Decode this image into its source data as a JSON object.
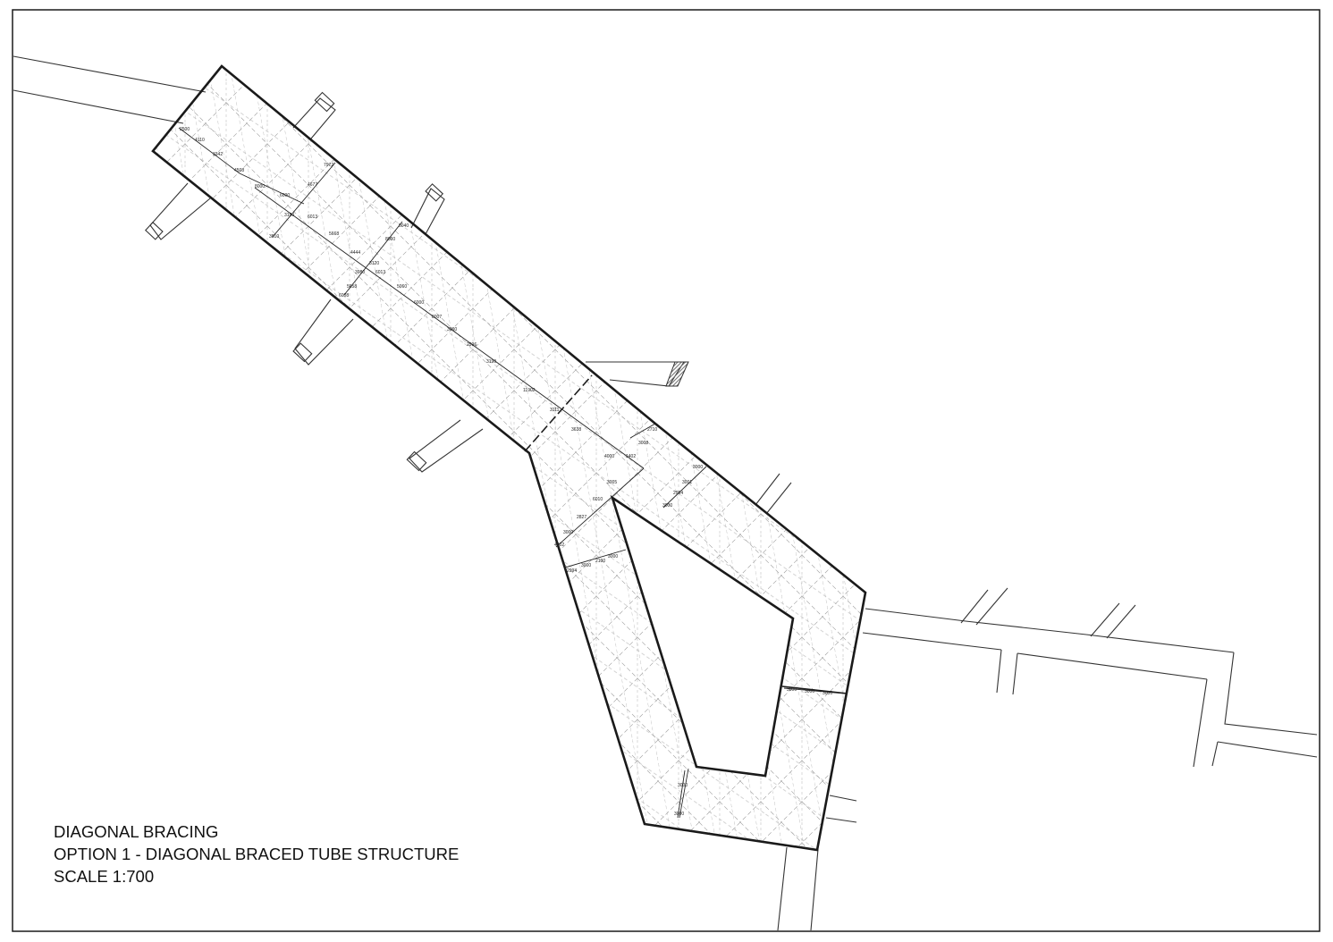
{
  "caption": {
    "line1": "DIAGONAL BRACING",
    "line2": "OPTION 1 - DIAGONAL BRACED TUBE STRUCTURE",
    "line3": "SCALE 1:700"
  },
  "colors": {
    "outline": "#1a1a1a",
    "bracing": "#9a9a9a",
    "context": "#333333",
    "hatch": "#707070"
  },
  "dimensions": {
    "upper_wing": [
      "2500",
      "4110",
      "3342",
      "4508",
      "8000",
      "6000",
      "4677",
      "7972",
      "3180",
      "3810",
      "6013",
      "5668",
      "8000",
      "5040"
    ],
    "main_wing": [
      "4444",
      "3120",
      "3980",
      "6013",
      "5658",
      "6008",
      "5060",
      "6000",
      "8007",
      "11902",
      "3111",
      "3638",
      "4000",
      "1402"
    ],
    "lower_wing": [
      "3000",
      "2996",
      "3190",
      "3008",
      "2710",
      "3005",
      "6010",
      "2827",
      "3000",
      "4002",
      "3000",
      "3001",
      "2994",
      "3000",
      "2994",
      "3000",
      "2100"
    ],
    "loop_tip": [
      "3000",
      "3000",
      "3000",
      "3000",
      "3000",
      "3000"
    ]
  }
}
